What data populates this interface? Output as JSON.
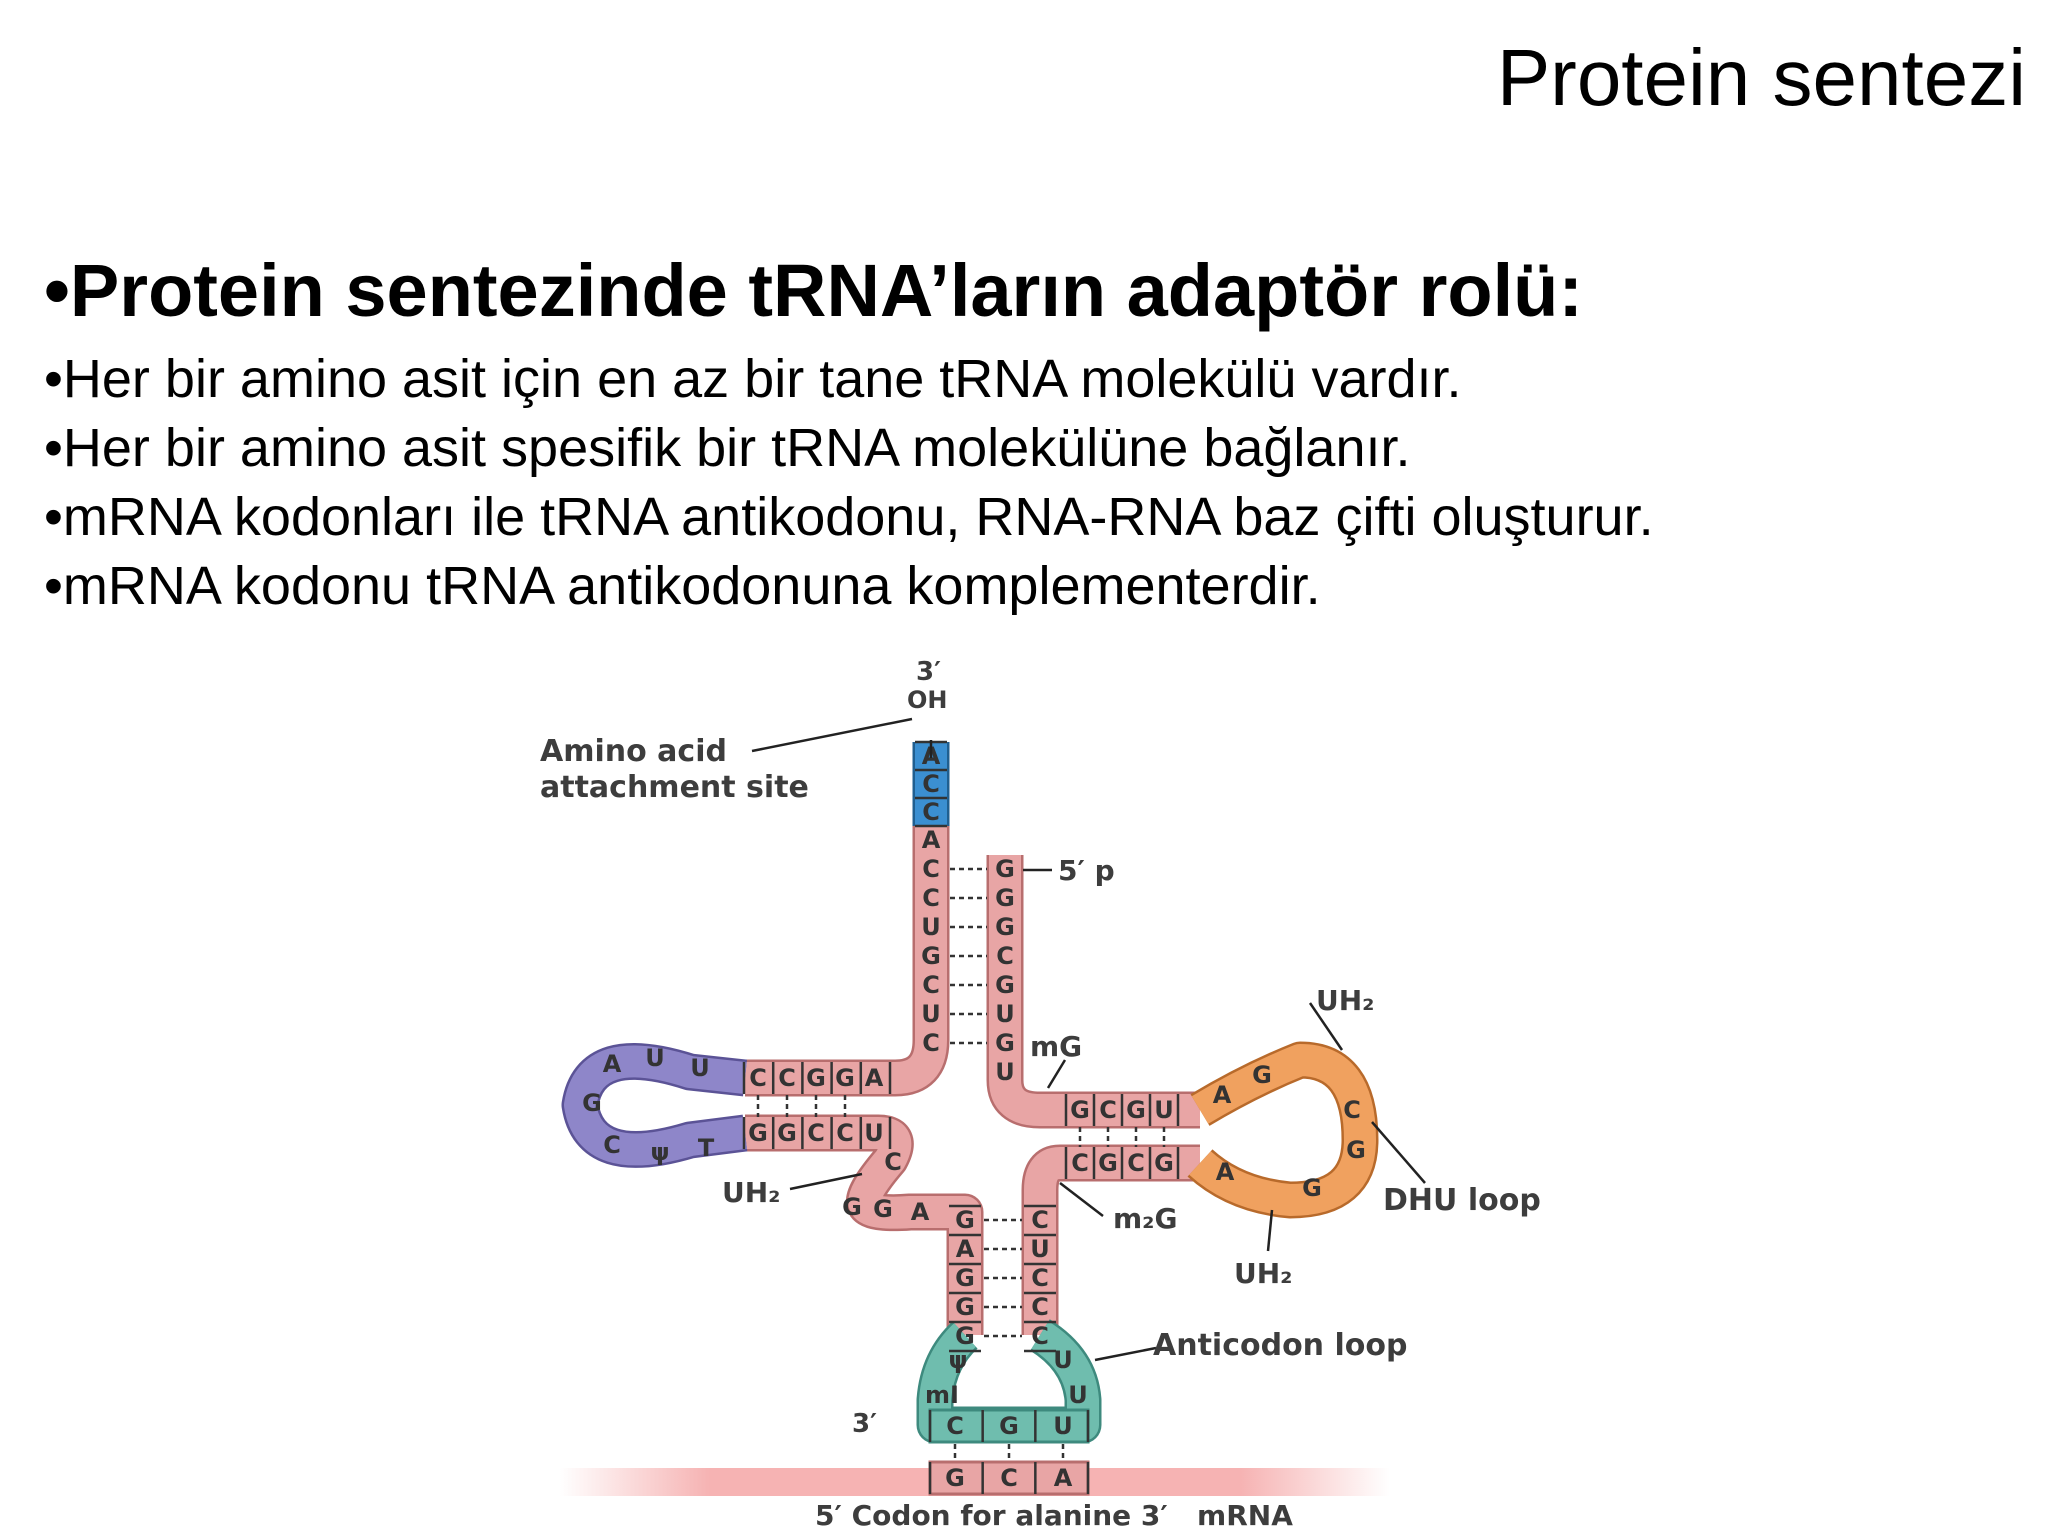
{
  "slide": {
    "title": "Protein sentezi",
    "heading": "•Protein sentezinde tRNA’ların adaptör rolü:",
    "bullets": [
      "Her bir amino asit için en az bir tane tRNA molekülü vardır.",
      "Her bir amino asit spesifik bir tRNA molekülüne bağlanır.",
      "mRNA kodonları ile tRNA antikodonu, RNA-RNA baz çifti oluşturur.",
      "mRNA kodonu tRNA antikodonuna komplementerdir."
    ]
  },
  "diagram": {
    "colors": {
      "stem": "#e8a5a5",
      "stem_edge": "#b86e6e",
      "acceptor_end": "#3b8fd1",
      "acceptor_edge": "#205f90",
      "tpsi_loop": "#8e86c9",
      "tpsi_edge": "#5b5396",
      "dhu_loop": "#f0a15f",
      "dhu_edge": "#b86a2b",
      "anticodon": "#6fbdae",
      "anticodon_edge": "#3e8a7e",
      "mrna": "#f6b3b3"
    },
    "labels": {
      "three_prime": "3′",
      "oh": "OH",
      "amino_acid_line1": "Amino acid",
      "amino_acid_line2": "attachment site",
      "five_prime_p": "5′ p",
      "mg": "mG",
      "uh2_top": "UH₂",
      "dhu_loop": "DHU loop",
      "uh2_left": "UH₂",
      "m2g": "m₂G",
      "uh2_bottom": "UH₂",
      "anticodon_loop": "Anticodon loop",
      "three_prime_anticodon": "3′",
      "mrna_caption": "5′ Codon for alanine 3′   mRNA"
    },
    "acceptor_end": [
      "A",
      "C",
      "C"
    ],
    "acceptor_left": [
      "A",
      "C",
      "C",
      "U",
      "G",
      "C",
      "U",
      "C"
    ],
    "acceptor_right": [
      "G",
      "G",
      "G",
      "C",
      "G",
      "U",
      "G",
      "U"
    ],
    "tpsi_top": [
      "C",
      "C",
      "G",
      "G",
      "A"
    ],
    "tpsi_bottom": [
      "G",
      "G",
      "C",
      "C",
      "U"
    ],
    "tpsi_loop": [
      "A",
      "U",
      "U",
      "G",
      "C",
      "ψ",
      "T"
    ],
    "variable": [
      "C",
      "G",
      "G",
      "A"
    ],
    "dhu_top": [
      "G",
      "C",
      "G",
      "U"
    ],
    "dhu_bottom": [
      "C",
      "G",
      "C",
      "G"
    ],
    "dhu_loop": [
      "A",
      "G",
      "C",
      "G",
      "G",
      "A"
    ],
    "anticodon_left": [
      "G",
      "A",
      "G",
      "G",
      "G"
    ],
    "anticodon_right": [
      "C",
      "U",
      "C",
      "C",
      "C"
    ],
    "anticodon_loop": [
      "ψ",
      "mI",
      "U",
      "U"
    ],
    "anticodon": [
      "C",
      "G",
      "U"
    ],
    "codon": [
      "G",
      "C",
      "A"
    ]
  }
}
